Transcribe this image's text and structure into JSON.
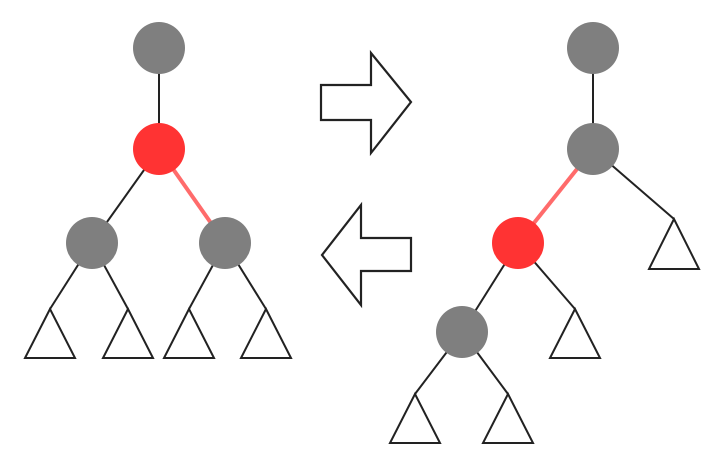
{
  "colors": {
    "black_node": "#7f7f7f",
    "red_node": "#ff3333",
    "red_link": "#ff6b6b",
    "edge": "#222222",
    "subtree_stroke": "#222222",
    "subtree_fill": "#ffffff",
    "arrow_stroke": "#222222",
    "arrow_fill": "#ffffff",
    "background": "#ffffff"
  },
  "icons": {
    "forward_arrow": "arrow-right-icon",
    "backward_arrow": "arrow-left-icon",
    "subtree": "triangle-icon"
  },
  "trees": [
    {
      "side": "left",
      "nodes": [
        {
          "id": "root",
          "color": "black"
        },
        {
          "id": "pivot",
          "color": "red"
        },
        {
          "id": "left-child",
          "color": "black"
        },
        {
          "id": "right-child",
          "color": "black"
        }
      ],
      "edges": [
        {
          "from": "root",
          "to": "pivot",
          "red": false
        },
        {
          "from": "pivot",
          "to": "left-child",
          "red": false
        },
        {
          "from": "pivot",
          "to": "right-child",
          "red": true
        }
      ],
      "subtrees": 4
    },
    {
      "side": "right",
      "nodes": [
        {
          "id": "root",
          "color": "black"
        },
        {
          "id": "pivot",
          "color": "black"
        },
        {
          "id": "red-child",
          "color": "red"
        },
        {
          "id": "grandchild",
          "color": "black"
        }
      ],
      "edges": [
        {
          "from": "root",
          "to": "pivot",
          "red": false
        },
        {
          "from": "pivot",
          "to": "red-child",
          "red": true
        },
        {
          "from": "red-child",
          "to": "grandchild",
          "red": false
        }
      ],
      "subtrees": 4
    }
  ]
}
